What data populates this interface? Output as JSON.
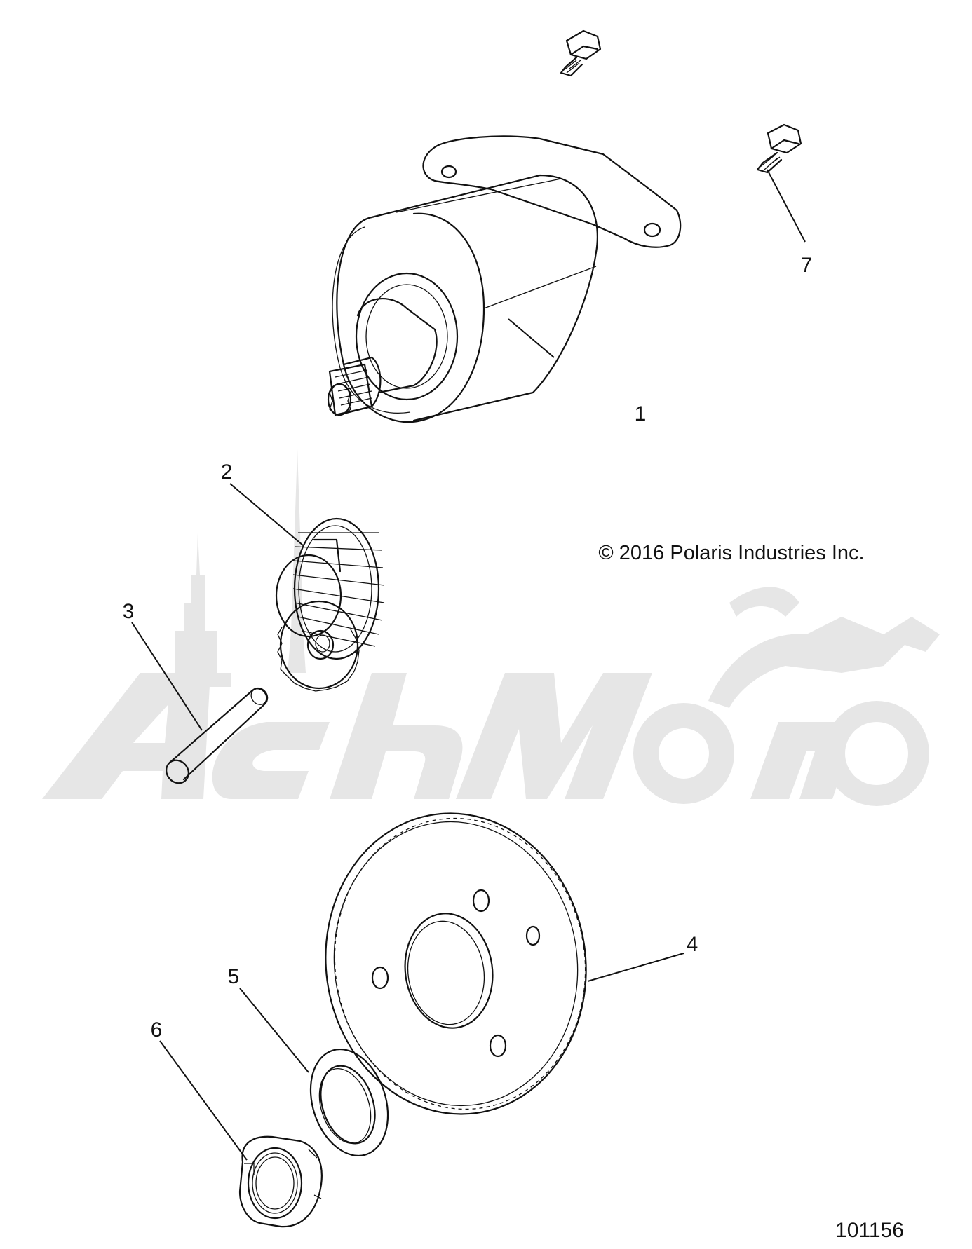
{
  "title": "",
  "copyright": "© 2016 Polaris Industries Inc.",
  "diagram_number": "101156",
  "watermark_text": "AchMoto",
  "callouts": [
    {
      "id": "1",
      "label": "1"
    },
    {
      "id": "2",
      "label": "2"
    },
    {
      "id": "3",
      "label": "3"
    },
    {
      "id": "4",
      "label": "4"
    },
    {
      "id": "5",
      "label": "5"
    },
    {
      "id": "6",
      "label": "6"
    },
    {
      "id": "7",
      "label": "7"
    }
  ],
  "colors": {
    "line": "#111111",
    "watermark": "#e6e6e6",
    "background": "#ffffff"
  }
}
